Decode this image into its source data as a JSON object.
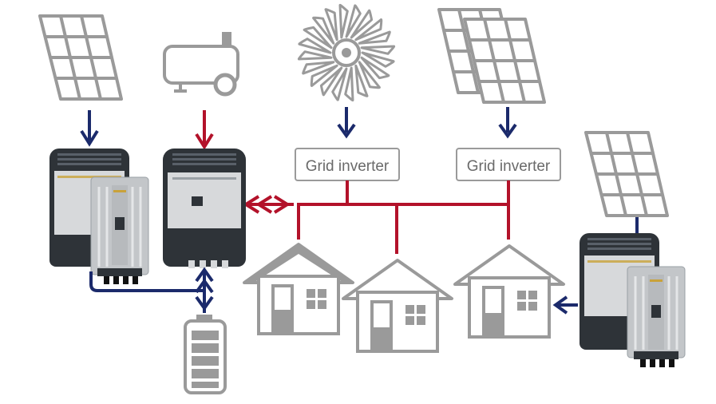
{
  "labels": {
    "grid_inverter_1": "Grid inverter",
    "grid_inverter_2": "Grid inverter"
  },
  "colors": {
    "dc_line": "#1b2a6b",
    "ac_line": "#b3122a",
    "icon_gray": "#9a9a9a",
    "device_dark": "#2e3338",
    "device_light": "#d7d9db"
  },
  "icons": [
    "solar-panel-icon",
    "generator-icon",
    "hydro-turbine-icon",
    "solar-panel-pair-icon",
    "house-icon",
    "battery-icon",
    "inverter-charger-device",
    "mppt-charge-controller-device"
  ]
}
